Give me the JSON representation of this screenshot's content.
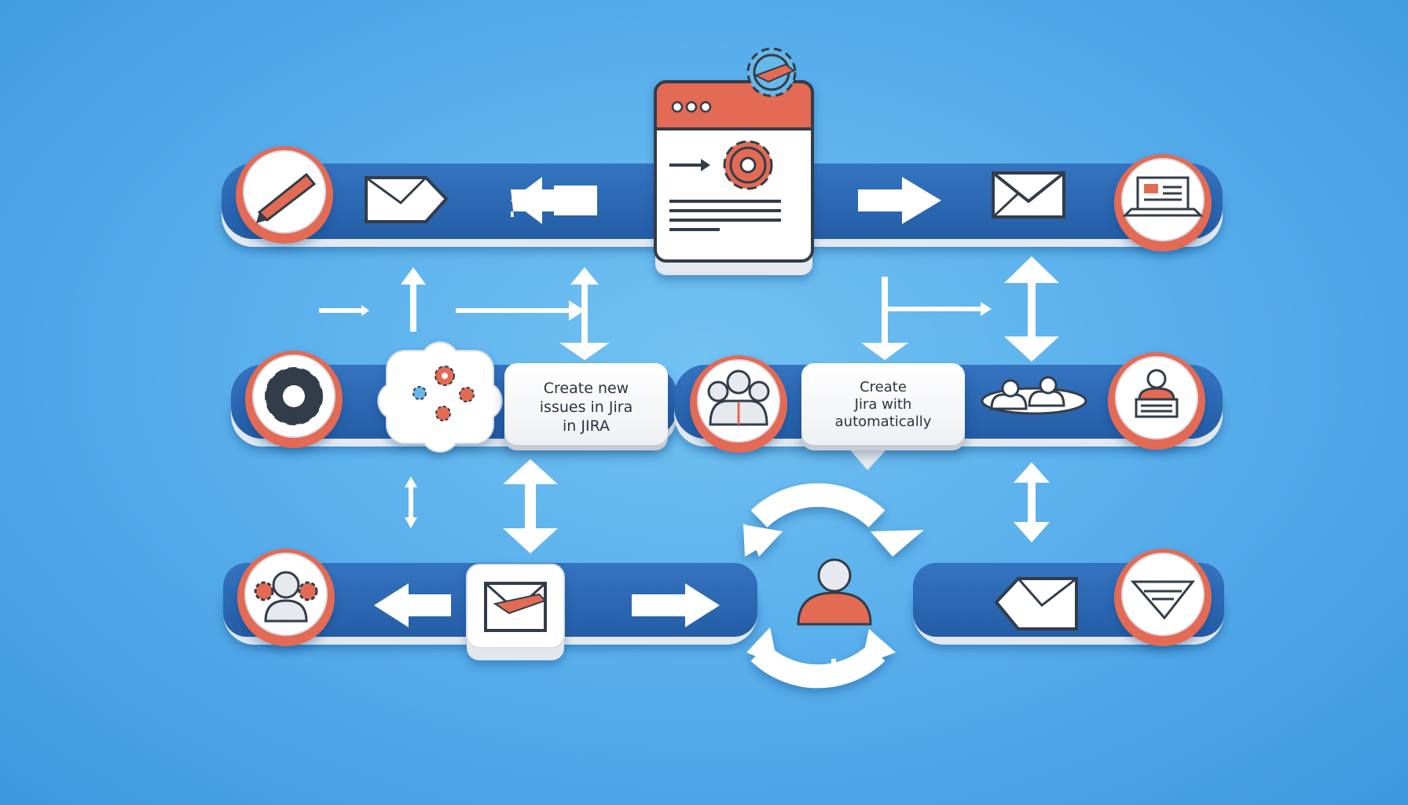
{
  "diagram": {
    "colors": {
      "background": "#5ab0ec",
      "track": "#2d69b5",
      "track_dark": "#1c4c8e",
      "accent": "#e36b54",
      "node_face": "#ffffff",
      "arrow": "#ffffff",
      "icon_stroke": "#333d49"
    },
    "labels": {
      "issues_box": {
        "line1": "Create new",
        "line2": "issues in Jira",
        "line3": "in JIRA"
      },
      "auto_box": {
        "line1": "Create",
        "line2": "Jira with",
        "line3": "automatically"
      }
    },
    "icons": {
      "top_left_node": "pencil-icon",
      "top_left_mail": "envelope-icon",
      "top_card": "browser-window-gear-icon",
      "top_right_mail": "envelope-icon",
      "top_right_node": "laptop-icon",
      "mid_left_node": "gear-icon",
      "mid_cluster": "gears-cluster-icon",
      "mid_group_node": "team-icon",
      "mid_group_link": "team-icon",
      "mid_right_node": "user-desk-icon",
      "bot_left_node": "user-gears-icon",
      "bot_mail": "mail-plane-icon",
      "bot_center": "user-cycle-icon",
      "bot_right_mail": "envelope-icon",
      "bot_right_node": "envelope-open-icon"
    }
  }
}
